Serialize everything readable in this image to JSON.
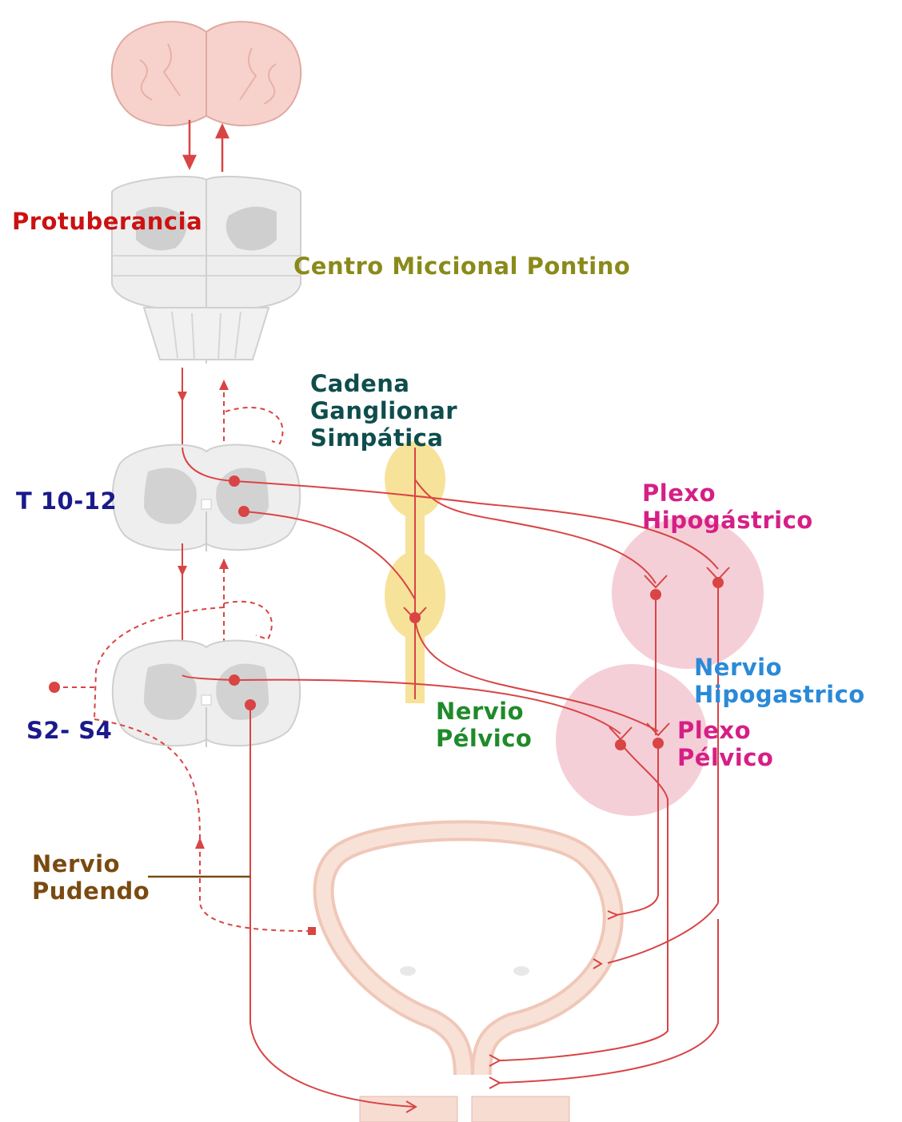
{
  "labels": {
    "protuberancia": "Protuberancia",
    "centro_miccional": "Centro Miccional Pontino",
    "cadena": [
      "Cadena",
      "Ganglionar",
      "Simpática"
    ],
    "t10_12": "T 10-12",
    "plexo_hipogastrico": [
      "Plexo",
      "Hipogástrico"
    ],
    "nervio_hipogastrico": [
      "Nervio",
      "Hipogastrico"
    ],
    "nervio_pelvico": [
      "Nervio",
      "Pélvico"
    ],
    "plexo_pelvico": [
      "Plexo",
      "Pélvico"
    ],
    "s2_s4": "S2- S4",
    "nervio_pudendo": [
      "Nervio",
      "Pudendo"
    ]
  },
  "colors": {
    "nerve": "#d94444",
    "brain": "#f7d2cc",
    "spinal": "#e6e6e6",
    "ganglion": "#f7e29a",
    "plexus": "#f5cfd7",
    "bladder": "#f6d8cc",
    "label_red": "#cc1111",
    "label_olive": "#8a8a1a",
    "label_teal": "#0f4d4d",
    "label_navy": "#1a1a8c",
    "label_magenta": "#d61f86",
    "label_blue": "#2a8ad8",
    "label_green": "#1f8a2a",
    "label_brown": "#7a4a10"
  }
}
